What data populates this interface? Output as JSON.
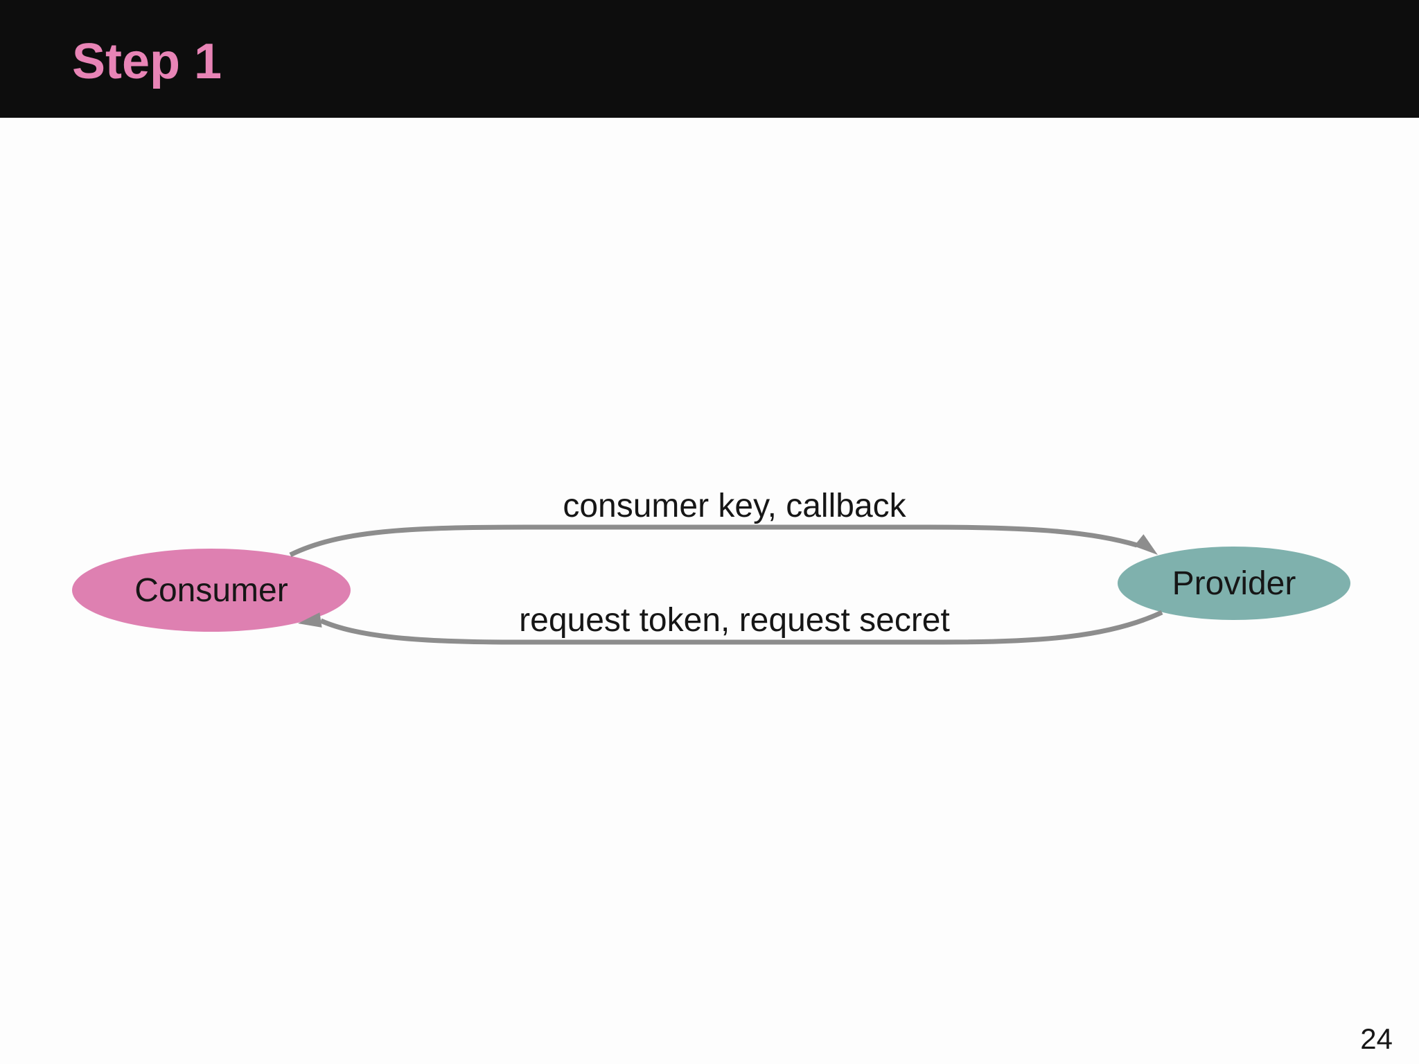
{
  "header": {
    "title": "Step 1"
  },
  "diagram": {
    "nodes": [
      {
        "id": "consumer",
        "label": "Consumer",
        "fill": "#de80b1"
      },
      {
        "id": "provider",
        "label": "Provider",
        "fill": "#7fb1ad"
      }
    ],
    "edges": [
      {
        "from": "consumer",
        "to": "provider",
        "label": "consumer key, callback"
      },
      {
        "from": "provider",
        "to": "consumer",
        "label": "request token, request secret"
      }
    ]
  },
  "footer": {
    "page_number": "24"
  },
  "theme": {
    "slide_bg": "#fdfdfd",
    "header_bg": "#0d0d0d",
    "title_color": "#e884b6",
    "consumer_fill": "#de80b1",
    "provider_fill": "#7fb1ad",
    "arrow_color": "#8d8d8d",
    "text_color": "#161616"
  }
}
